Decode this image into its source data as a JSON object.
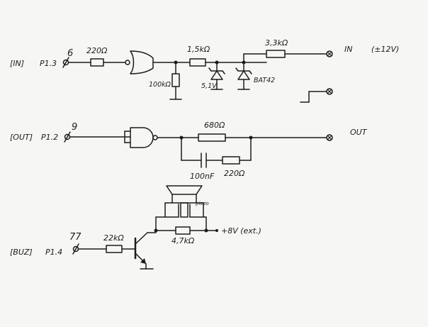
{
  "labels": {
    "in_port": "[IN]",
    "in_pin": "P1.3",
    "in_num": "6",
    "out_port": "[OUT]",
    "out_pin": "P1.2",
    "out_num": "9",
    "buz_port": "[BUZ]",
    "buz_pin": "P1.4",
    "buz_num": "77",
    "r_in_series": "220Ω",
    "r_in_pulldown": "100kΩ",
    "r_in_mid": "1,5kΩ",
    "zener": "5,1V",
    "diode": "BAT42",
    "r_in_input": "3,3kΩ",
    "in_term": "IN",
    "in_range": "(±12V)",
    "r_out_series": "680Ω",
    "c_out": "100nF",
    "r_out_snub": "220Ω",
    "out_term": "OUT",
    "r_base": "22kΩ",
    "r_piezo": "4,7kΩ",
    "piezo": "piezo",
    "supply": "+8V (ext.)"
  }
}
